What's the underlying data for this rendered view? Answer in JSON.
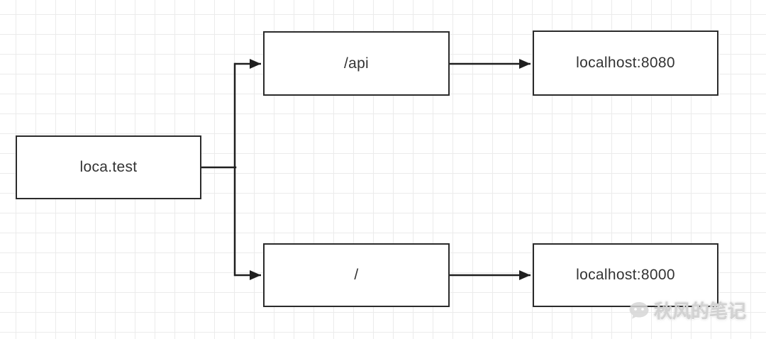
{
  "diagram": {
    "nodes": [
      {
        "id": "host",
        "label": "loca.test"
      },
      {
        "id": "route-api",
        "label": "/api"
      },
      {
        "id": "route-root",
        "label": "/"
      },
      {
        "id": "upstream-8080",
        "label": "localhost:8080"
      },
      {
        "id": "upstream-8000",
        "label": "localhost:8000"
      }
    ],
    "edges": [
      {
        "from": "loca.test",
        "to": "/api"
      },
      {
        "from": "loca.test",
        "to": "/"
      },
      {
        "from": "/api",
        "to": "localhost:8080"
      },
      {
        "from": "/",
        "to": "localhost:8000"
      }
    ],
    "colors": {
      "node_border": "#2b2b2b",
      "node_fill": "#ffffff",
      "edge_stroke": "#1f1f1f",
      "grid_line": "#ebebeb"
    }
  },
  "watermark": {
    "text": "秋风的笔记"
  }
}
